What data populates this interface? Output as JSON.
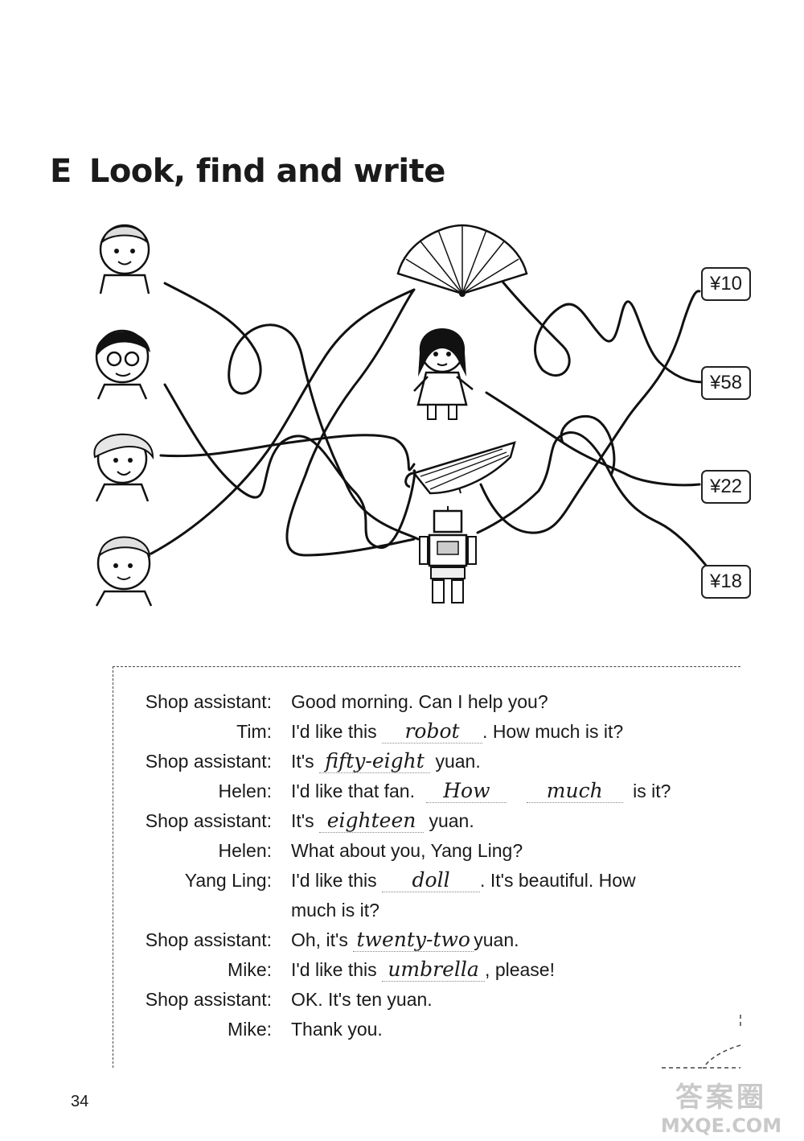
{
  "section": {
    "letter": "E",
    "title": "Look, find and write"
  },
  "prices": [
    "¥10",
    "¥58",
    "¥22",
    "¥18"
  ],
  "dialogue": [
    {
      "speaker": "Shop assistant:",
      "text": "Good morning. Can I help you?"
    },
    {
      "speaker": "Tim:",
      "pre": "I'd like this",
      "answer": "robot",
      "post": ". How much is it?"
    },
    {
      "speaker": "Shop assistant:",
      "pre": "It's",
      "answer": "fifty-eight",
      "post": "yuan."
    },
    {
      "speaker": "Helen:",
      "pre": "I'd like that fan.",
      "answer": "How",
      "answer2": "much",
      "post": "is it?"
    },
    {
      "speaker": "Shop assistant:",
      "pre": "It's",
      "answer": "eighteen",
      "post": "yuan."
    },
    {
      "speaker": "Helen:",
      "text": "What about you, Yang Ling?"
    },
    {
      "speaker": "Yang Ling:",
      "pre": "I'd like this",
      "answer": "doll",
      "post": ". It's beautiful. How"
    },
    {
      "speaker": "",
      "text": "much is it?"
    },
    {
      "speaker": "Shop assistant:",
      "pre": "Oh, it's",
      "answer": "twenty-two",
      "post": "yuan."
    },
    {
      "speaker": "Mike:",
      "pre": "I'd like this",
      "answer": "umbrella",
      "post": ", please!"
    },
    {
      "speaker": "Shop assistant:",
      "text": "OK. It's ten yuan."
    },
    {
      "speaker": "Mike:",
      "text": "Thank you."
    }
  ],
  "page_number": "34",
  "watermark": {
    "top": "答案圈",
    "bottom": "MXQE.COM"
  },
  "icons": [
    "boy-face-icon",
    "girl-glasses-face-icon",
    "girl-curly-face-icon",
    "boy-face-icon",
    "fan-icon",
    "doll-icon",
    "umbrella-icon",
    "robot-icon"
  ]
}
